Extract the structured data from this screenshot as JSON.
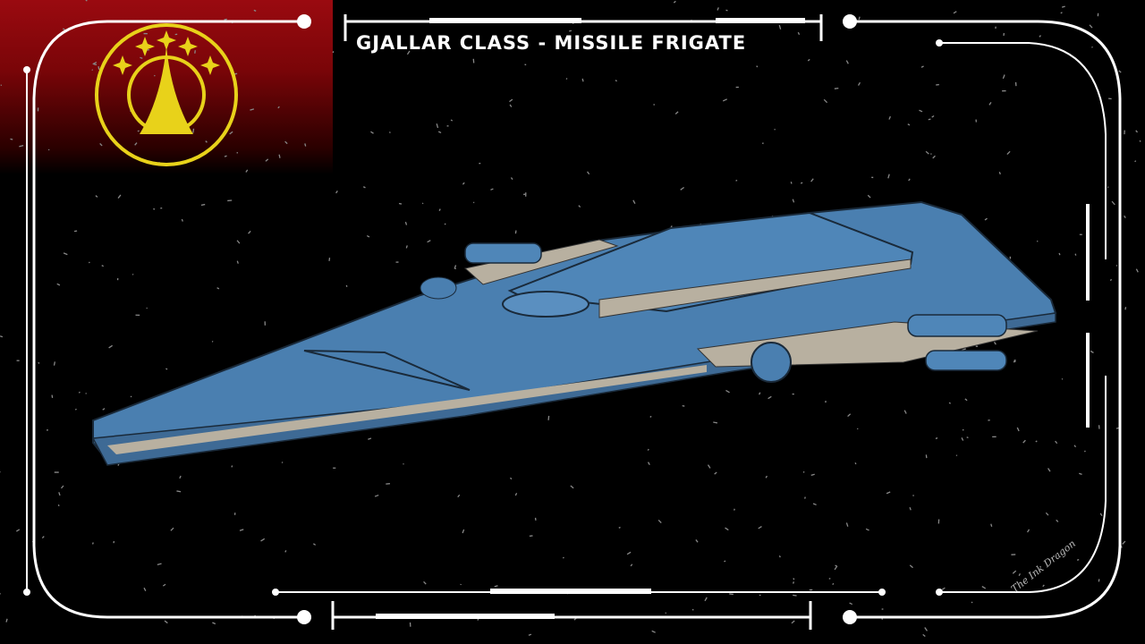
{
  "title": "GJALLAR CLASS - MISSILE FRIGATE",
  "signature": "The Ink Dragon",
  "colors": {
    "background": "#000000",
    "banner_red": "#9a0a10",
    "emblem_gold": "#e8d21a",
    "ship_blue": "#4a7fb0",
    "ship_trim": "#b8b0a0",
    "frame": "#ffffff"
  },
  "icons": {
    "emblem": "gold-ring-spire-stars-emblem",
    "signature_logo": "dragon-logo"
  }
}
